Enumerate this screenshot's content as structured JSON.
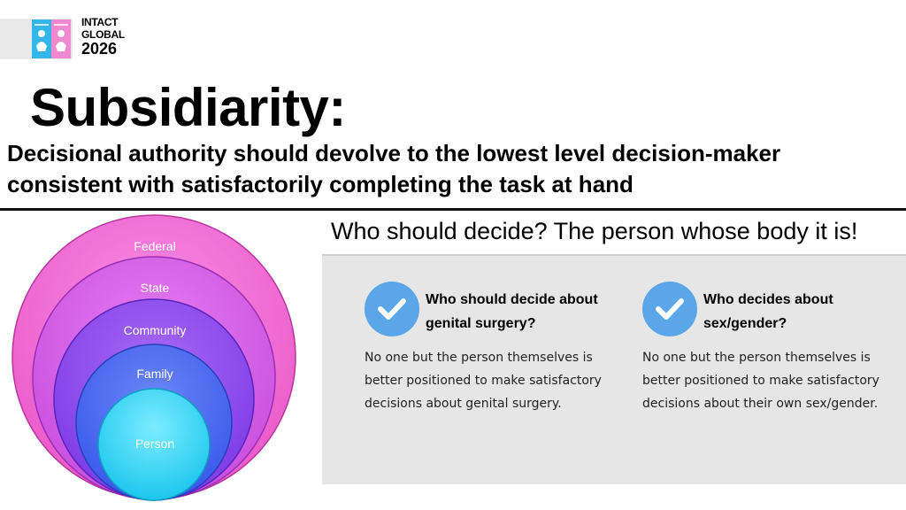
{
  "logo": {
    "line1": "INTACT",
    "line2": "GLOBAL",
    "line3": "2026"
  },
  "title": "Subsidiarity:",
  "subtitle": "Decisional authority should devolve to the lowest level decision-maker consistent with satisfactorily completing the task at hand",
  "question": "Who should decide? The person whose body it is!",
  "levels": [
    "Federal",
    "State",
    "Community",
    "Family",
    "Person"
  ],
  "colors": {
    "federal": "#f06bd3",
    "state": "#d85be8",
    "community": "#8f48ee",
    "family": "#4b67f2",
    "person": "#2ed9f7",
    "check": "#5aa6e8",
    "panel": "#e6e6e6"
  },
  "cards": [
    {
      "icon": "check-circle-icon",
      "heading": "Who should decide about genital surgery?",
      "text": "No one but the person themselves is better positioned to make satisfactory decisions about genital surgery."
    },
    {
      "icon": "check-circle-icon",
      "heading": "Who decides about sex/gender?",
      "text": "No one but the person themselves is better positioned to make satisfactory decisions about their own sex/gender."
    }
  ]
}
